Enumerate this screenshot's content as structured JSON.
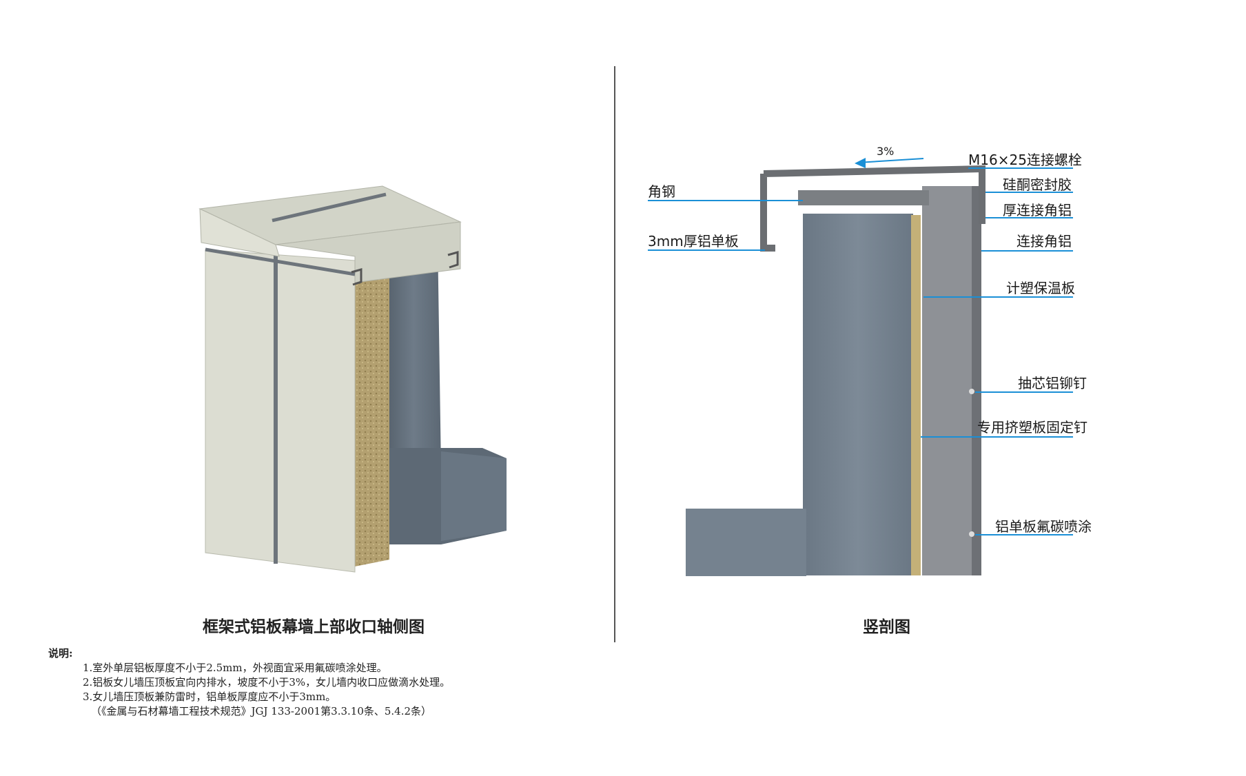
{
  "captions": {
    "axonometric": "框架式铝板幕墙上部收口轴侧图",
    "section": "竖剖图"
  },
  "slope_label": "3%",
  "callouts": {
    "angle_steel": "角钢",
    "al_panel_3mm": "3mm厚铝单板",
    "bolt": "M16×25连接螺栓",
    "sealant": "硅酮密封胶",
    "thick_angle_al": "厚连接角铝",
    "angle_al": "连接角铝",
    "insulation": "计塑保温板",
    "rivet": "抽芯铝铆钉",
    "fixing_nail": "专用挤塑板固定钉",
    "fluorocarbon": "铝单板氟碳喷涂"
  },
  "notes": {
    "title": "说明:",
    "lines": [
      "1.室外单层铝板厚度不小于2.5mm，外视面宜采用氟碳喷涂处理。",
      "2.铝板女儿墙压顶板宜向内排水，坡度不小于3%，女儿墙内收口应做滴水处理。",
      "3.女儿墙压顶板兼防雷时，铝单板厚度应不小于3mm。",
      "（《金属与石材幕墙工程技术规范》JGJ 133-2001第3.3.10条、5.4.2条）"
    ]
  },
  "colors": {
    "panel": "#dcddd2",
    "panel_top": "#cfd1c4",
    "concrete": "#6f7c89",
    "concrete_dark": "#56616c",
    "insulation": "#b7a474",
    "frame_steel": "#8d9093",
    "callout_line": "#1a8fd6"
  }
}
